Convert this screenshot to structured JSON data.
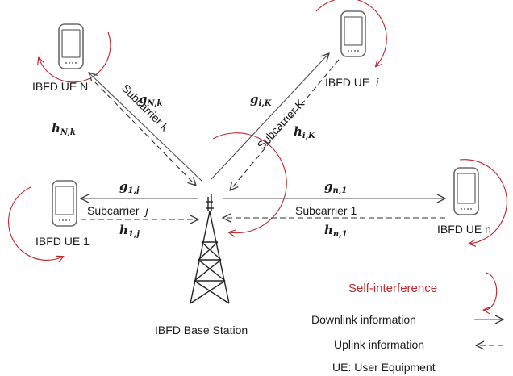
{
  "nodes": {
    "ue_n_top": "IBFD UE N",
    "ue_i": "IBFD UE",
    "ue_i_index": "i",
    "ue_1": "IBFD UE 1",
    "ue_n_right": "IBFD UE n",
    "base_station": "IBFD Base Station"
  },
  "links": {
    "subcarrier_k_left": "Subcarrier k",
    "subcarrier_k_right": "Subcarrier K",
    "subcarrier_j": "Subcarrier",
    "subcarrier_j_index": "j",
    "subcarrier_1": "Subcarrier 1",
    "g_Nk": {
      "base": "g",
      "sub": "N,k"
    },
    "h_Nk": {
      "base": "h",
      "sub": "N,k"
    },
    "g_iK": {
      "base": "g",
      "sub": "i,K"
    },
    "h_iK": {
      "base": "h",
      "sub": "i,K"
    },
    "g_1j": {
      "base": "g",
      "sub": "1,j"
    },
    "h_1j": {
      "base": "h",
      "sub": "1,j"
    },
    "g_n1": {
      "base": "g",
      "sub": "n,1"
    },
    "h_n1": {
      "base": "h",
      "sub": "n,1"
    }
  },
  "legend": {
    "self_interference": "Self-interference",
    "downlink": "Downlink information",
    "uplink": "Uplink information",
    "ue_def": "UE: User Equipment"
  },
  "colors": {
    "self_interference": "#c0282d",
    "downlink": "#505050",
    "uplink": "#303030"
  }
}
